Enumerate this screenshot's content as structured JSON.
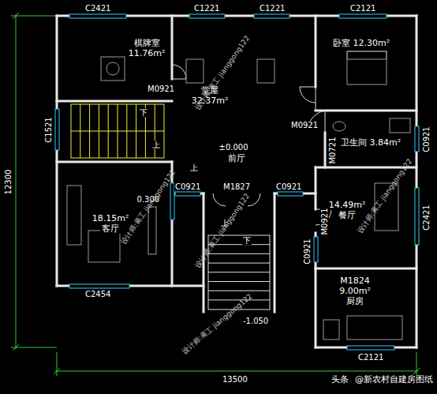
{
  "diagram": {
    "nodes": [
      {
        "text": [
          "棋牌室",
          "11.76m²"
        ]
      },
      {
        "text": [
          "堂屋",
          "32.37m²"
        ]
      },
      {
        "text": [
          "卧室 12.30m²"
        ]
      },
      {
        "text": [
          "卫生间 3.84m²"
        ]
      },
      {
        "text": [
          "前厅"
        ]
      },
      {
        "text": [
          "18.15m²",
          "客厅"
        ]
      },
      {
        "text": [
          "14.49m²",
          "餐厅"
        ]
      },
      {
        "text": [
          "M1824",
          "9.00m²",
          "厨房"
        ]
      }
    ],
    "labels": [
      "C2421",
      "C1221",
      "C1221",
      "C2121",
      "M0921",
      "M0921",
      "M0721",
      "C0921",
      "C1521",
      "下",
      "上",
      "上",
      "±0.000",
      "C0921",
      "M1827",
      "C0921",
      "0.300",
      "上",
      "下",
      "M0921",
      "C0921",
      "C2421",
      "C2454",
      "-1.050",
      "C2121",
      "12300",
      "13500",
      "设计师:蒋工 jianggong122",
      "设计师:蒋工 jianggong122",
      "设计师:蒋工 jianggong122",
      "设计师:蒋工 jianggong122",
      "设计师:蒋工 jianggong122",
      "头条",
      "@新农村自建房图纸"
    ]
  }
}
